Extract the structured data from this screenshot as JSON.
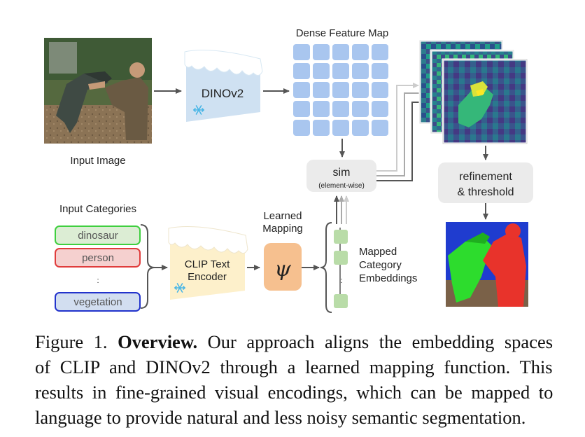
{
  "diagram": {
    "input_image_label": "Input Image",
    "dino_label": "DINOv2",
    "dense_feature_label": "Dense Feature Map",
    "sim_label": "sim",
    "sim_sub": "(element-wise)",
    "refine_line1": "refinement",
    "refine_line2": "& threshold",
    "input_categories_label": "Input Categories",
    "categories": [
      {
        "name": "dinosaur",
        "color": "#3fcf3f",
        "fill": "#dcedd4"
      },
      {
        "name": "person",
        "color": "#e03c3c",
        "fill": "#f5d0cf"
      },
      {
        "name": "vegetation",
        "color": "#2233cc",
        "fill": "#d2def0"
      }
    ],
    "ellipsis": ":",
    "clip_line1": "CLIP Text",
    "clip_line2": "Encoder",
    "learned_line1": "Learned",
    "learned_line2": "Mapping",
    "psi_symbol": "ψ",
    "mapped_line1": "Mapped",
    "mapped_line2": "Category",
    "mapped_line3": "Embeddings",
    "frozen_icon": "snowflake-icon",
    "colors": {
      "dino_box": "#cfe1f2",
      "clip_box": "#fdf0cb",
      "psi_box": "#f6c08f",
      "feature_cell": "#a9c6ef",
      "mapped_cell": "#b9dca8",
      "panel_gray": "#ebebeb",
      "snow": "#ffffff",
      "snowflake": "#49b6e6"
    }
  },
  "caption": {
    "figure_label": "Figure 1.",
    "bold_title": "Overview.",
    "line1_rest": "Our approach aligns the embedding spaces",
    "line2": "of CLIP and DINOv2 through a learned mapping function. This",
    "line3": "results in fine-grained visual encodings, which can be mapped to",
    "line4": "language to provide natural and less noisy semantic segmentation."
  }
}
